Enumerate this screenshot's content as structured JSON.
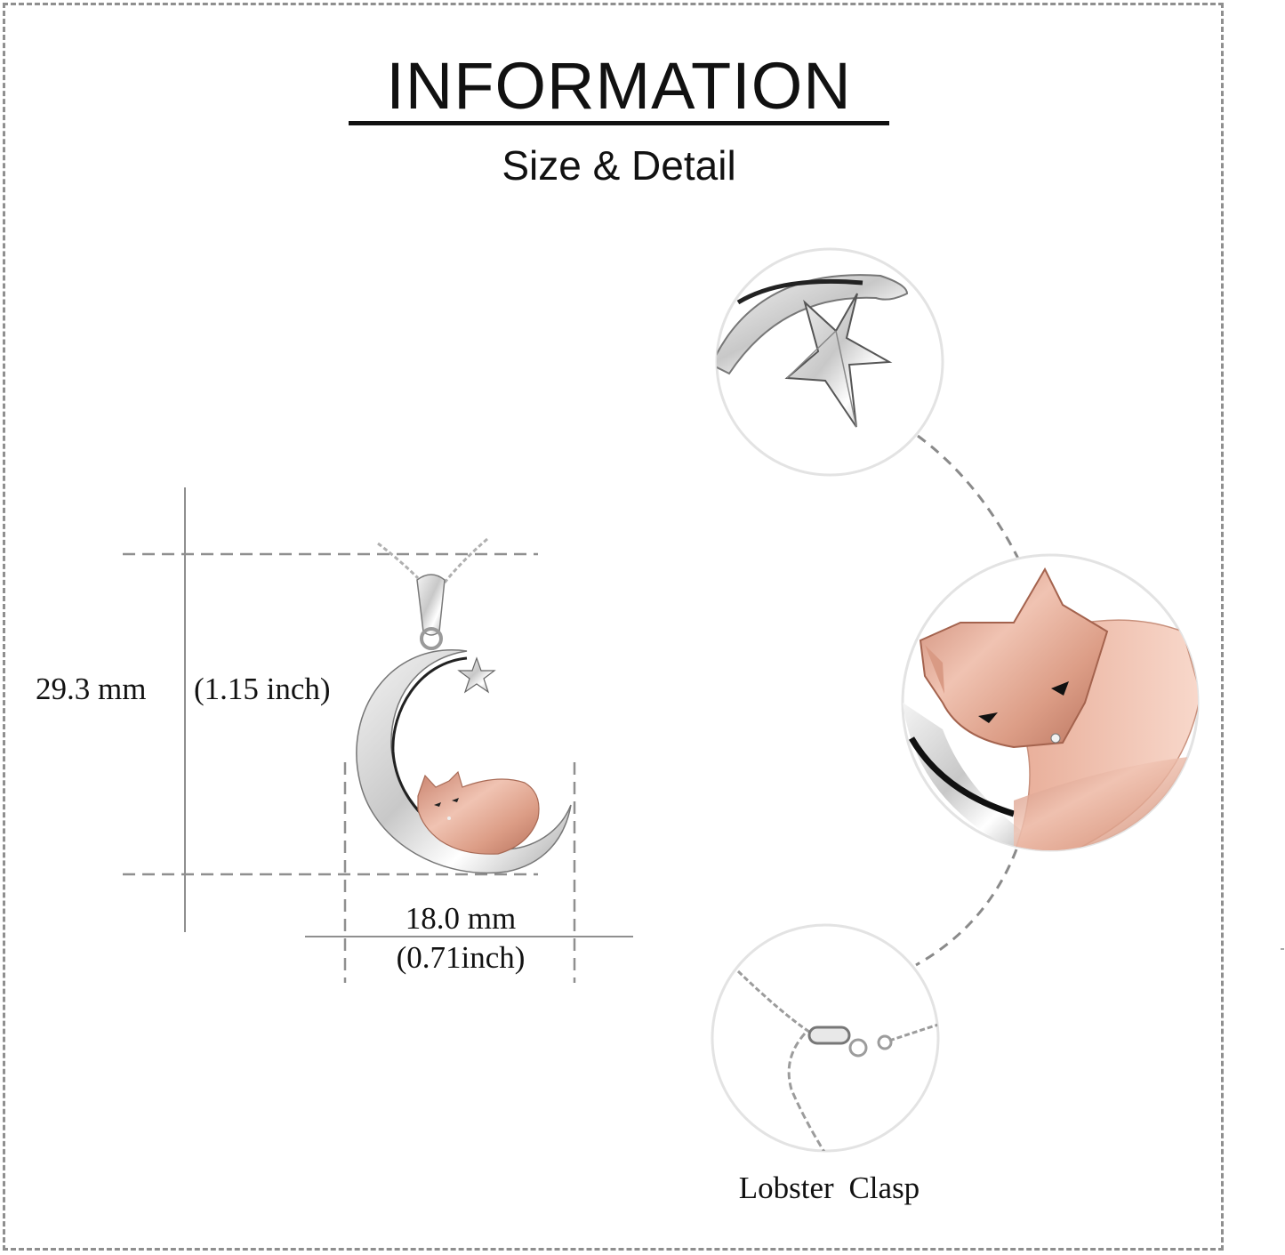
{
  "header": {
    "title": "INFORMATION",
    "subtitle": "Size & Detail"
  },
  "dimensions": {
    "height_mm": "29.3 mm",
    "height_inch": "(1.15 inch)",
    "width_mm": "18.0 mm",
    "width_inch": "(0.71inch)"
  },
  "product": {
    "description": "Crescent moon pendant with star and sleeping rose-gold fox",
    "colors": {
      "silver": "#d9d9d9",
      "rose_gold": "#e3a894",
      "outline": "#8f8f8f"
    }
  },
  "details": [
    {
      "id": "star",
      "icon": "star-detail"
    },
    {
      "id": "fox",
      "icon": "fox-detail"
    },
    {
      "id": "clasp",
      "icon": "clasp-detail",
      "label": "Lobster  Clasp"
    }
  ]
}
